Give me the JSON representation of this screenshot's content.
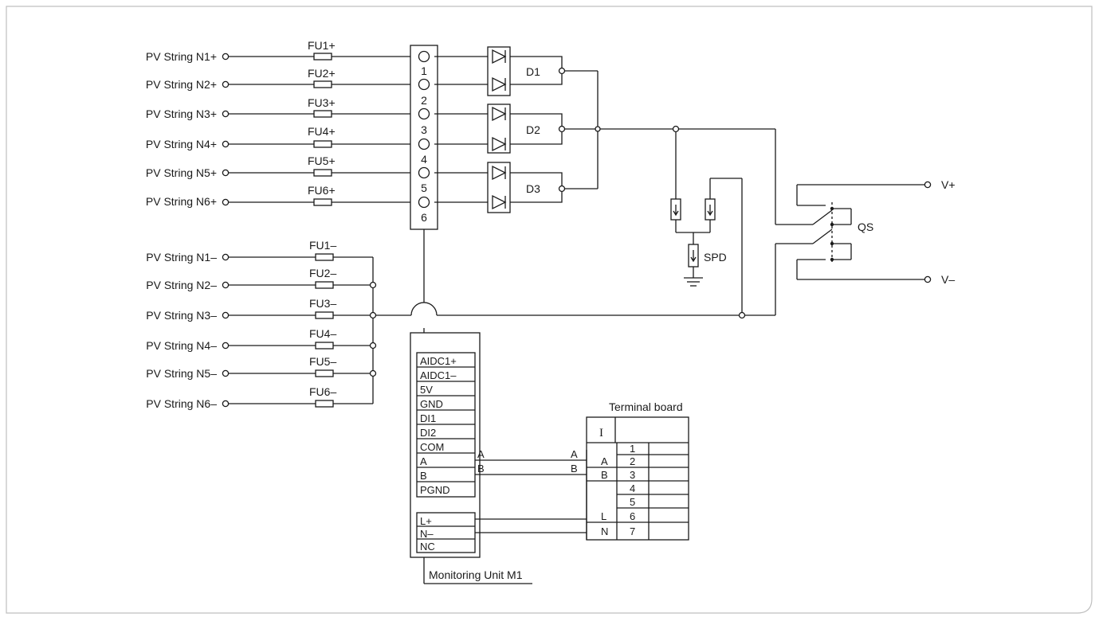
{
  "pos_strings": [
    "PV String N1+",
    "PV String N2+",
    "PV String N3+",
    "PV String N4+",
    "PV String N5+",
    "PV String N6+"
  ],
  "neg_strings": [
    "PV String N1–",
    "PV String N2–",
    "PV String N3–",
    "PV String N4–",
    "PV String N5–",
    "PV String N6–"
  ],
  "pos_fuses": [
    "FU1+",
    "FU2+",
    "FU3+",
    "FU4+",
    "FU5+",
    "FU6+"
  ],
  "neg_fuses": [
    "FU1–",
    "FU2–",
    "FU3–",
    "FU4–",
    "FU5–",
    "FU6–"
  ],
  "terminal_numbers": [
    "1",
    "2",
    "3",
    "4",
    "5",
    "6"
  ],
  "diodes": [
    "D1",
    "D2",
    "D3"
  ],
  "spd_label": "SPD",
  "switch_label": "QS",
  "outputs": {
    "pos": "V+",
    "neg": "V–"
  },
  "monitoring": {
    "title": "Monitoring Unit M1",
    "ports_top": [
      "AIDC1+",
      "AIDC1–",
      "5V",
      "GND",
      "DI1",
      "DI2",
      "COM",
      "A",
      "B",
      "PGND"
    ],
    "ports_bottom": [
      "L+",
      "N–",
      "NC"
    ]
  },
  "wire_labels": {
    "a": "A",
    "b": "B"
  },
  "terminal_board": {
    "title": "Terminal board",
    "header": "I",
    "rows": [
      {
        "sig": "",
        "num": "1"
      },
      {
        "sig": "A",
        "num": "2"
      },
      {
        "sig": "B",
        "num": "3"
      },
      {
        "sig": "",
        "num": "4"
      },
      {
        "sig": "",
        "num": "5"
      },
      {
        "sig": "L",
        "num": "6"
      },
      {
        "sig": "N",
        "num": "7"
      }
    ]
  }
}
